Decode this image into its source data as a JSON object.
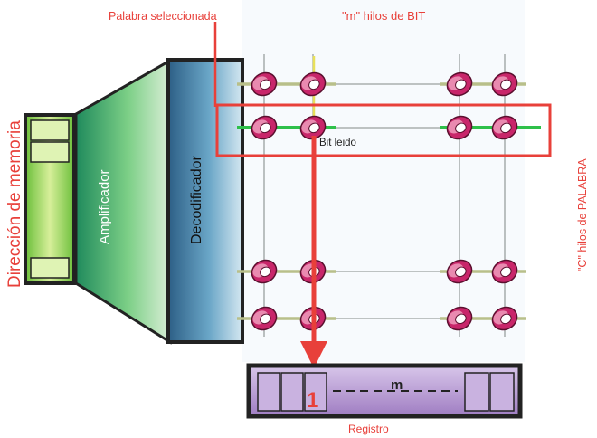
{
  "labels": {
    "selected_word": "Palabra seleccionada",
    "bit_wires": "\"m\" hilos de BIT",
    "memory_address": "Dirección de memoria",
    "amplifier": "Amplificador",
    "decoder": "Decodificador",
    "bit_read": "Bit leido",
    "word_wires": "\"C\" hilos de PALABRA",
    "register": "Registro",
    "register_width": "m",
    "bit_value": "1"
  },
  "colors": {
    "annotation_red": "#e8403a",
    "amplifier_green": "#1f8a5c",
    "decoder_blue": "#2d5f86",
    "register_purple": "#b79ad2",
    "core_magenta": "#c8266a",
    "wire_olive": "#b8bf8a",
    "wire_green": "#2ec04a"
  },
  "icons": {
    "core": "ferrite-core-ring"
  }
}
